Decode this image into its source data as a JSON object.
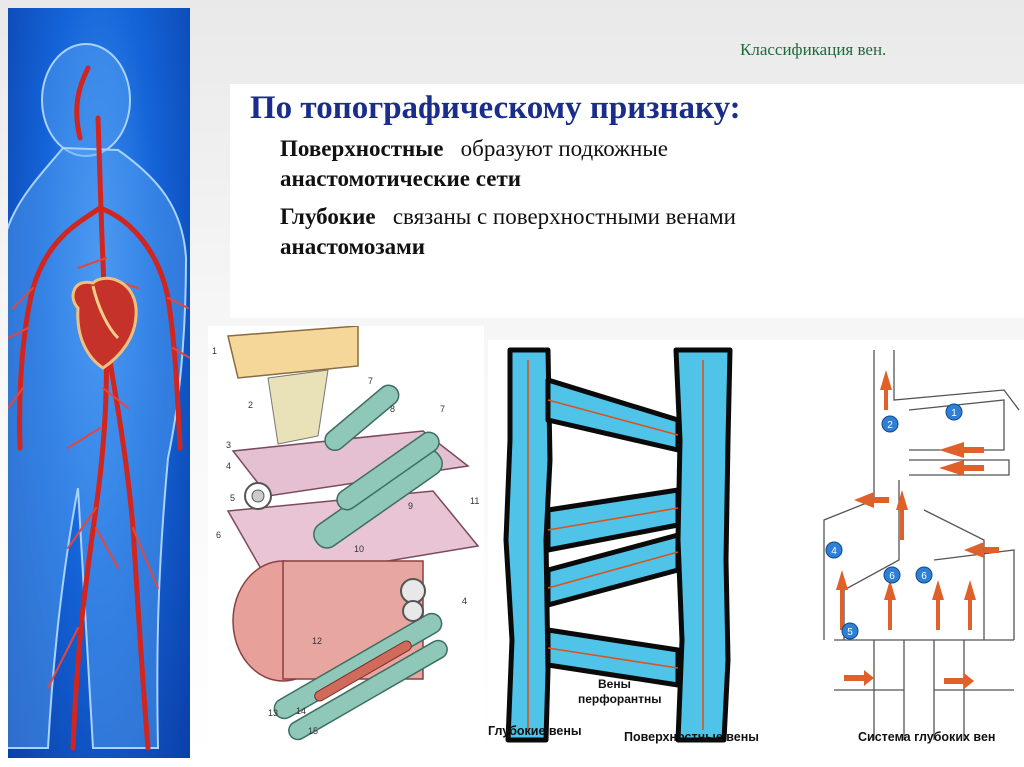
{
  "slide": {
    "section_title": "Классификация вен.",
    "heading": "По топографическому признаку:",
    "items": [
      {
        "term": "Поверхностные",
        "text_line1": "образуют подкожные",
        "text_line2_bold": "анастомотические сети"
      },
      {
        "term": "Глубокие",
        "text_line1": "связаны с поверхностными венами",
        "text_line2_bold": "анастомозами"
      }
    ]
  },
  "figure_labels": {
    "left_numbers": [
      "1",
      "2",
      "3",
      "4",
      "5",
      "6",
      "7",
      "8",
      "9",
      "10",
      "11",
      "12",
      "13",
      "14",
      "15",
      "7",
      "4"
    ],
    "mid_perforant": "Вены\nперфорантны",
    "mid_deep": "Глубокие вены",
    "mid_superficial": "Поверхностные вены",
    "right_system": "Система глубоких вен",
    "right_circles": [
      "1",
      "2",
      "4",
      "5",
      "6",
      "6"
    ]
  },
  "colors": {
    "heading": "#1a2d8a",
    "section_title": "#1e6b3a",
    "vein_blue": "#4fc3e8",
    "artery_red": "#d0261f",
    "arrow_orange": "#e0602a",
    "circle_blue": "#2f7fd6"
  }
}
